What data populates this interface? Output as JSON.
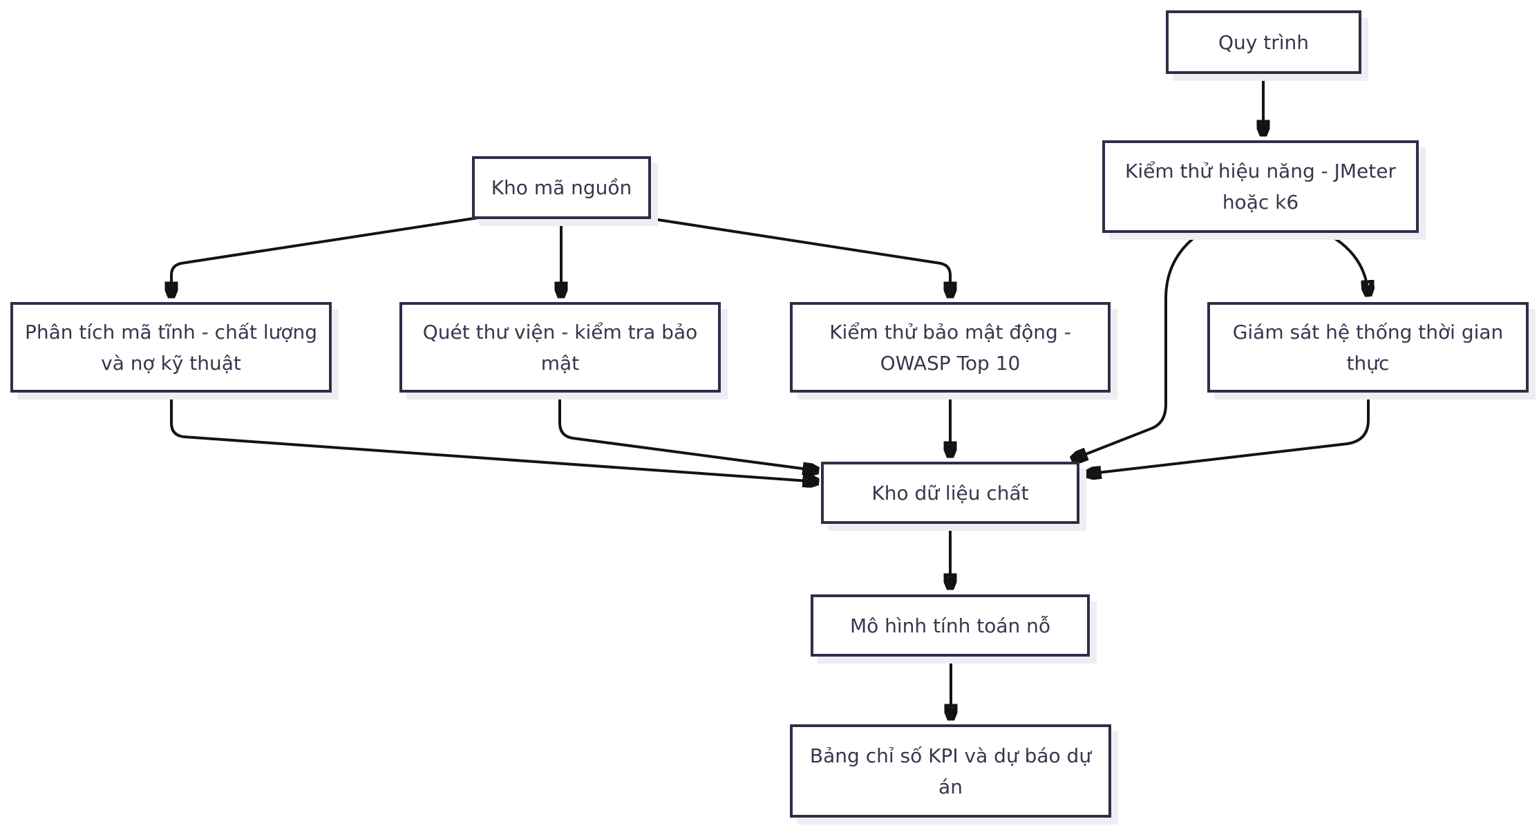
{
  "diagram": {
    "type": "flowchart",
    "direction": "top-down",
    "language": "vi"
  },
  "nodes": {
    "quy_trinh": {
      "label": "Quy trình"
    },
    "kiem_thu_hieu_nang": {
      "label": "Kiểm thử hiệu năng - JMeter hoặc k6"
    },
    "kho_ma_nguon": {
      "label": "Kho mã nguồn"
    },
    "phan_tich_ma_tinh": {
      "label": "Phân tích mã tĩnh - chất lượng và nợ kỹ thuật"
    },
    "quet_thu_vien": {
      "label": "Quét thư viện - kiểm tra bảo mật"
    },
    "kiem_thu_bao_mat_dong": {
      "label": "Kiểm thử bảo mật động - OWASP Top 10"
    },
    "giam_sat_he_thong": {
      "label": "Giám sát hệ thống thời gian thực"
    },
    "kho_du_lieu_chat": {
      "label": "Kho dữ liệu chất"
    },
    "mo_hinh_tinh_toan": {
      "label": "Mô hình tính toán nỗ"
    },
    "bang_chi_so_kpi": {
      "label": "Bảng chỉ số KPI và dự báo dự án"
    }
  },
  "edges": [
    {
      "from": "quy_trinh",
      "to": "kiem_thu_hieu_nang"
    },
    {
      "from": "kho_ma_nguon",
      "to": "phan_tich_ma_tinh"
    },
    {
      "from": "kho_ma_nguon",
      "to": "quet_thu_vien"
    },
    {
      "from": "kho_ma_nguon",
      "to": "kiem_thu_bao_mat_dong"
    },
    {
      "from": "kiem_thu_hieu_nang",
      "to": "kho_du_lieu_chat"
    },
    {
      "from": "kiem_thu_hieu_nang",
      "to": "giam_sat_he_thong"
    },
    {
      "from": "phan_tich_ma_tinh",
      "to": "kho_du_lieu_chat"
    },
    {
      "from": "quet_thu_vien",
      "to": "kho_du_lieu_chat"
    },
    {
      "from": "kiem_thu_bao_mat_dong",
      "to": "kho_du_lieu_chat"
    },
    {
      "from": "giam_sat_he_thong",
      "to": "kho_du_lieu_chat"
    },
    {
      "from": "kho_du_lieu_chat",
      "to": "mo_hinh_tinh_toan"
    },
    {
      "from": "mo_hinh_tinh_toan",
      "to": "bang_chi_so_kpi"
    }
  ],
  "colors": {
    "node_border": "#2e2e48",
    "node_fill": "#ffffff",
    "text_color": "#36364e",
    "edge_color": "#131313",
    "shadow_color": "#eeeef2",
    "canvas_bg": "#ffffff"
  }
}
